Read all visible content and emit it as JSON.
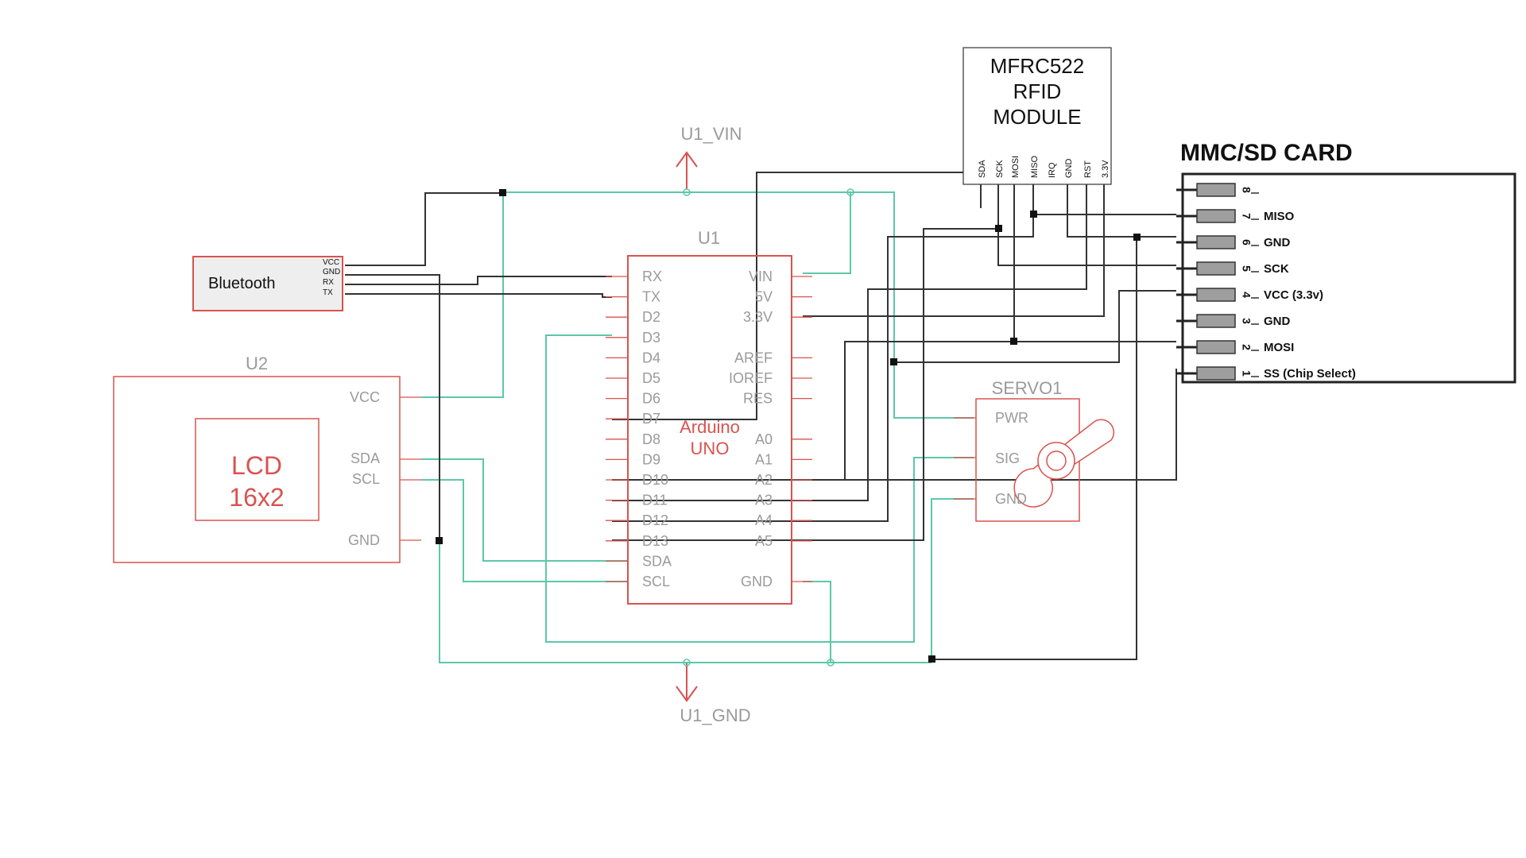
{
  "power": {
    "vin_label": "U1_VIN",
    "gnd_label": "U1_GND"
  },
  "bluetooth": {
    "title": "Bluetooth",
    "pins": [
      "VCC",
      "GND",
      "RX",
      "TX"
    ]
  },
  "lcd": {
    "ref": "U2",
    "title_line1": "LCD",
    "title_line2": "16x2",
    "pins": [
      "VCC",
      "SDA",
      "SCL",
      "GND"
    ]
  },
  "arduino": {
    "ref": "U1",
    "name_line1": "Arduino",
    "name_line2": "UNO",
    "left_pins": [
      "RX",
      "TX",
      "D2",
      "D3",
      "D4",
      "D5",
      "D6",
      "D7",
      "D8",
      "D9",
      "D10",
      "D11",
      "D12",
      "D13",
      "SDA",
      "SCL"
    ],
    "right_pins": [
      "VIN",
      "5V",
      "3.3V",
      "AREF",
      "IOREF",
      "RES",
      "A0",
      "A1",
      "A2",
      "A3",
      "A4",
      "A5",
      "GND"
    ]
  },
  "servo": {
    "ref": "SERVO1",
    "pins": [
      "PWR",
      "SIG",
      "GND"
    ]
  },
  "rfid": {
    "title_line1": "MFRC522",
    "title_line2": "RFID",
    "title_line3": "MODULE",
    "pins": [
      "SDA",
      "SCK",
      "MOSI",
      "MISO",
      "IRQ",
      "GND",
      "RST",
      "3.3V"
    ]
  },
  "sdcard": {
    "title": "MMC/SD CARD",
    "pins": [
      {
        "num": "8",
        "label": ""
      },
      {
        "num": "7",
        "label": "MISO"
      },
      {
        "num": "6",
        "label": "GND"
      },
      {
        "num": "5",
        "label": "SCK"
      },
      {
        "num": "4",
        "label": "VCC (3.3v)"
      },
      {
        "num": "3",
        "label": "GND"
      },
      {
        "num": "2",
        "label": "MOSI"
      },
      {
        "num": "1",
        "label": "SS (Chip Select)"
      }
    ]
  },
  "colors": {
    "outline": "#d9534f",
    "label_grey": "#9a9a9a",
    "wire_green": "#5cc8a8",
    "wire_dark": "#333333"
  }
}
